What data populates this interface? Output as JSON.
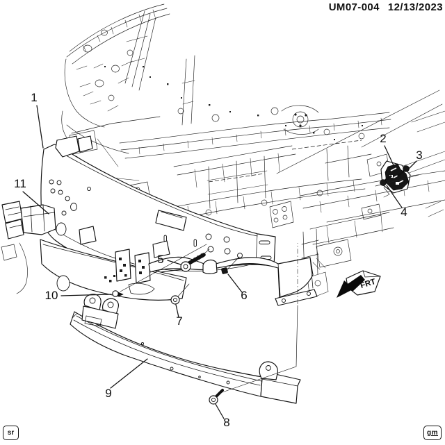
{
  "header": {
    "doc_id": "UM07-004",
    "date": "12/13/2023"
  },
  "diagram": {
    "type": "exploded-parts-illustration",
    "callouts": {
      "c1": "1",
      "c2": "2",
      "c3": "3",
      "c4": "4",
      "c5": "5",
      "c6": "6",
      "c7": "7",
      "c8": "8",
      "c9": "9",
      "c10": "10",
      "c11": "11"
    },
    "direction_label": "FRT",
    "line_color": "#1a1a1a",
    "background_color": "#ffffff"
  },
  "footer": {
    "left_badge": "sr",
    "right_badge": "gm"
  }
}
